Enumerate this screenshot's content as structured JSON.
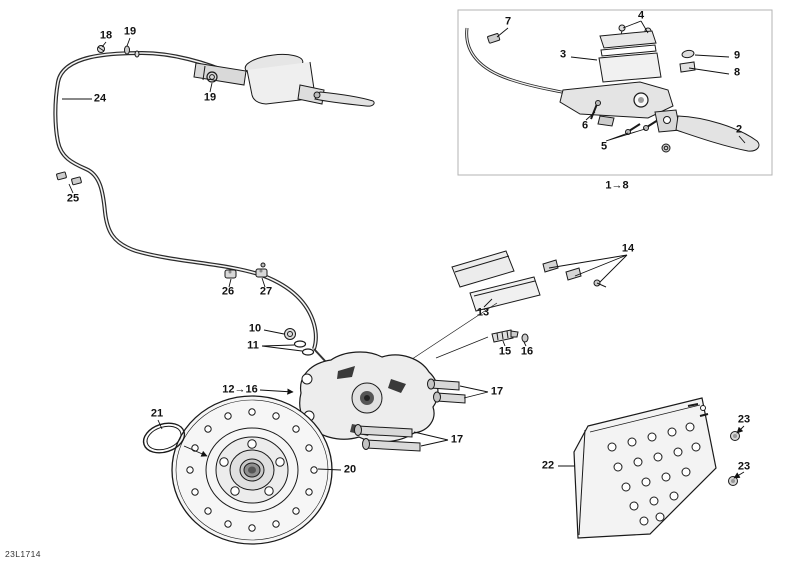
{
  "diagram": {
    "code": "23L1714"
  },
  "callouts": {
    "c18": {
      "label": "18"
    },
    "c19a": {
      "label": "19"
    },
    "c24": {
      "label": "24"
    },
    "c19b": {
      "label": "19"
    },
    "c25": {
      "label": "25"
    },
    "c7": {
      "label": "7"
    },
    "c4": {
      "label": "4"
    },
    "c3": {
      "label": "3"
    },
    "c9": {
      "label": "9"
    },
    "c8": {
      "label": "8"
    },
    "c6": {
      "label": "6"
    },
    "c5": {
      "label": "5"
    },
    "c2": {
      "label": "2"
    },
    "c1_8": {
      "label": "1→8"
    },
    "c14": {
      "label": "14"
    },
    "c13": {
      "label": "13"
    },
    "c26": {
      "label": "26"
    },
    "c27": {
      "label": "27"
    },
    "c10": {
      "label": "10"
    },
    "c11": {
      "label": "11"
    },
    "c15": {
      "label": "15"
    },
    "c16": {
      "label": "16"
    },
    "c12_16": {
      "label": "12→16"
    },
    "c17a": {
      "label": "17"
    },
    "c17b": {
      "label": "17"
    },
    "c21": {
      "label": "21"
    },
    "c20": {
      "label": "20"
    },
    "c22": {
      "label": "22"
    },
    "c23a": {
      "label": "23"
    },
    "c23b": {
      "label": "23"
    }
  }
}
